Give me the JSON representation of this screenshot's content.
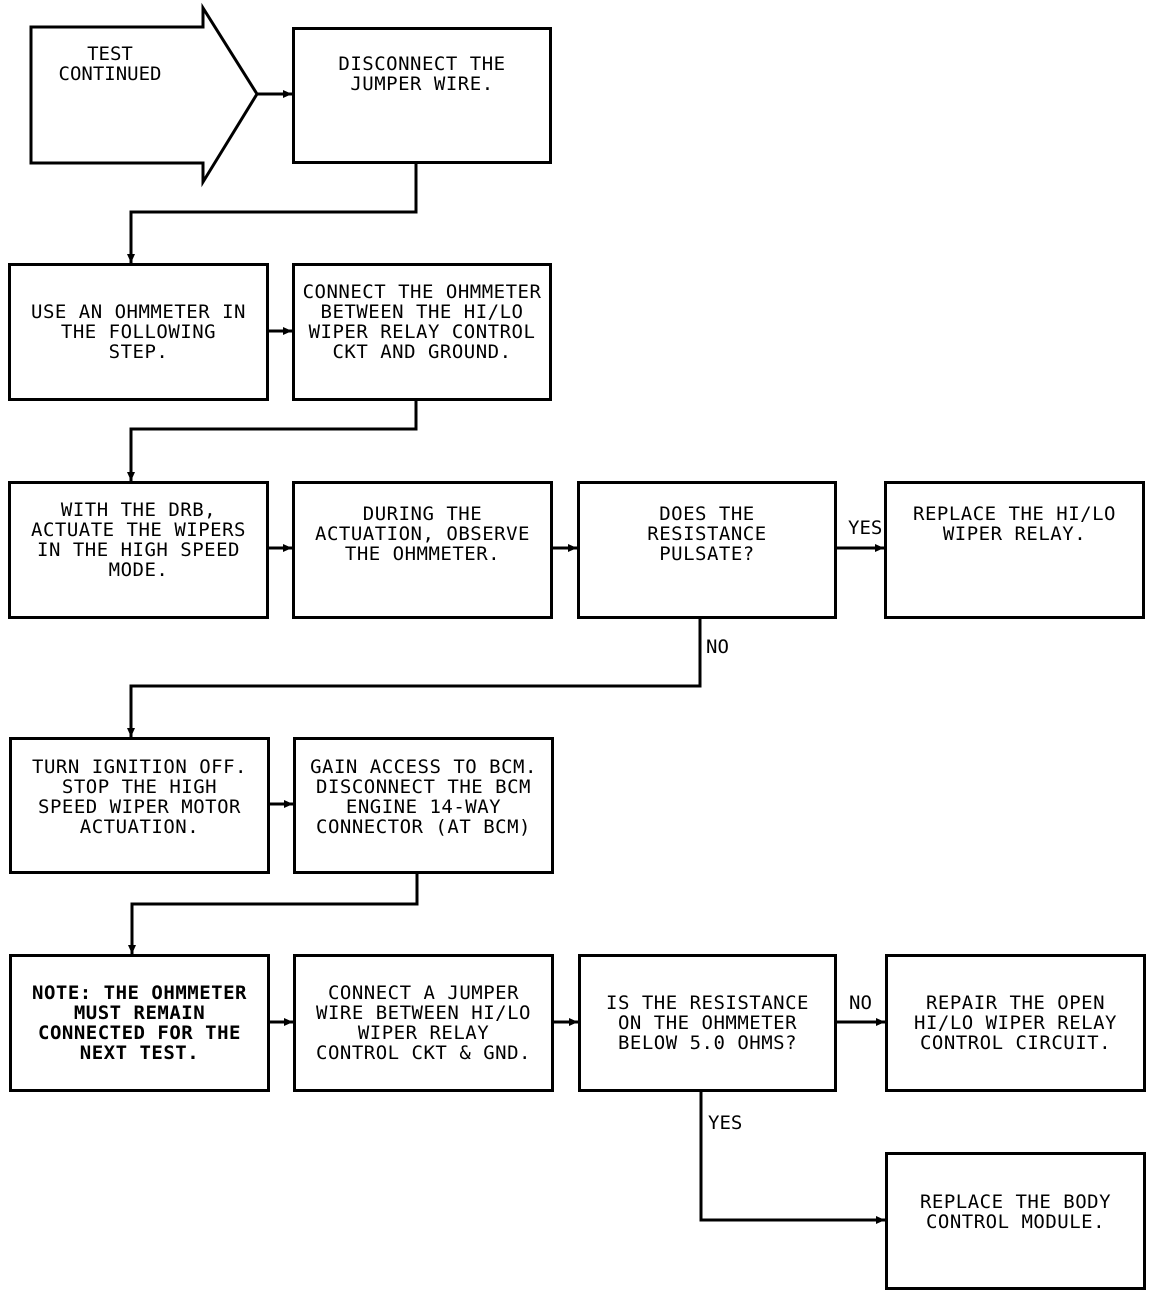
{
  "start": {
    "label": "TEST\nCONTINUED"
  },
  "nodes": {
    "disconnect_jumper": "DISCONNECT THE\nJUMPER WIRE.",
    "use_ohmmeter": "USE AN OHMMETER IN\nTHE FOLLOWING\nSTEP.",
    "connect_ohmmeter": "CONNECT THE OHMMETER\nBETWEEN THE HI/LO\nWIPER RELAY CONTROL\nCKT AND GROUND.",
    "with_drb": "WITH THE DRB,\nACTUATE THE WIPERS\nIN THE HIGH SPEED\nMODE.",
    "during_actuation": "DURING THE\nACTUATION, OBSERVE\nTHE OHMMETER.",
    "does_resistance_pulsate": "DOES THE\nRESISTANCE\nPULSATE?",
    "replace_relay": "REPLACE THE HI/LO\nWIPER RELAY.",
    "turn_ignition_off": "TURN IGNITION OFF.\nSTOP THE HIGH\nSPEED WIPER MOTOR\nACTUATION.",
    "gain_access_bcm": "GAIN ACCESS TO BCM.\nDISCONNECT THE BCM\nENGINE 14-WAY\nCONNECTOR (AT BCM)",
    "note_ohmmeter": "NOTE: THE OHMMETER\nMUST REMAIN\nCONNECTED FOR THE\nNEXT TEST.",
    "connect_jumper": "CONNECT A JUMPER\nWIRE BETWEEN HI/LO\nWIPER RELAY\nCONTROL CKT & GND.",
    "is_resistance_below": "IS THE RESISTANCE\nON THE OHMMETER\nBELOW 5.0 OHMS?",
    "repair_open": "REPAIR THE OPEN\nHI/LO WIPER RELAY\nCONTROL CIRCUIT.",
    "replace_bcm": "REPLACE THE BODY\nCONTROL MODULE."
  },
  "edge_labels": {
    "pulsate_yes": "YES",
    "pulsate_no": "NO",
    "below_no": "NO",
    "below_yes": "YES"
  }
}
